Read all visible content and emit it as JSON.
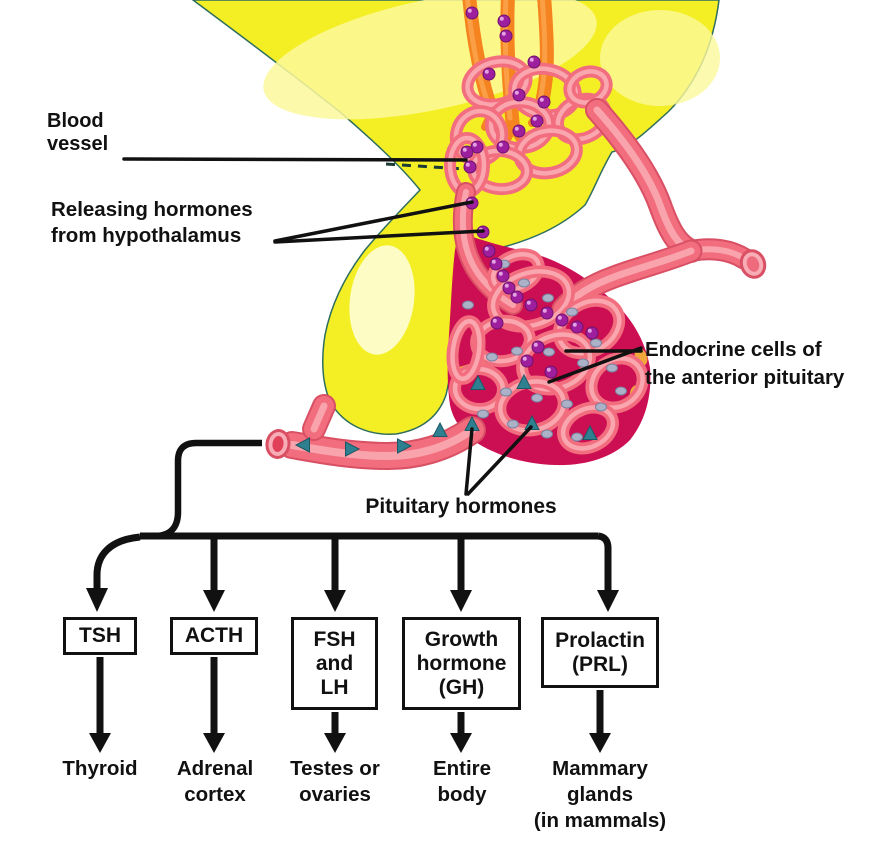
{
  "diagram": {
    "labels": {
      "blood_vessel": "Blood\nvessel",
      "releasing_hormones": "Releasing hormones\nfrom hypothalamus",
      "endocrine_cells": "Endocrine cells of\nthe anterior pituitary",
      "pituitary_hormones": "Pituitary hormones"
    }
  },
  "flowchart": {
    "items": [
      {
        "hormone": "TSH",
        "target": "Thyroid"
      },
      {
        "hormone": "ACTH",
        "target": "Adrenal\ncortex"
      },
      {
        "hormone": "FSH\nand\nLH",
        "target": "Testes or\novaries"
      },
      {
        "hormone": "Growth\nhormone\n(GH)",
        "target": "Entire\nbody"
      },
      {
        "hormone": "Prolactin\n(PRL)",
        "target": "Mammary\nglands\n(in mammals)"
      }
    ]
  },
  "icons": {
    "releasing_hormone_dot": "purple-sphere",
    "pituitary_hormone_triangle": "teal-triangle",
    "endocrine_cell_nucleus": "gray-blob"
  },
  "colors": {
    "hypothalamus_yellow": "#F4EF25",
    "hypothalamus_highlight": "#FBF99B",
    "axon_orange": "#F5831F",
    "vessel_pink": "#F26E7E",
    "vessel_pink_light": "#F9A6AF",
    "vessel_pink_dark": "#D94F63",
    "pituitary_crimson": "#CC0F53",
    "hormone_purple": "#9E1F9E",
    "hormone_teal": "#2E8090",
    "nucleus_gray": "#ABB1C7",
    "line_black": "#111111"
  }
}
